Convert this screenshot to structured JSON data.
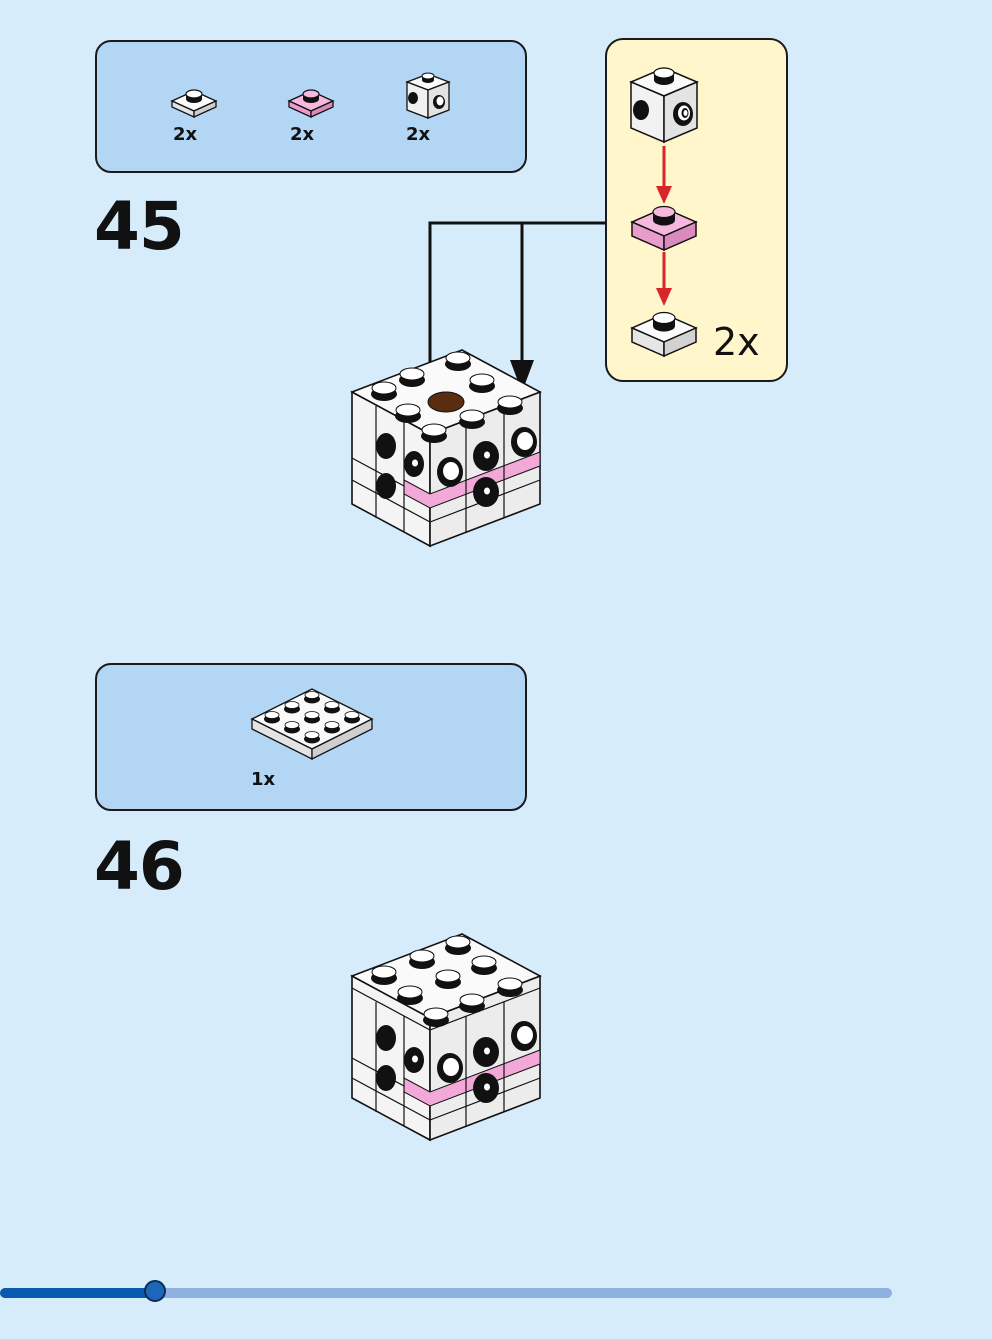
{
  "steps": [
    {
      "number": "45",
      "parts": [
        {
          "icon": "white-round-plate-icon",
          "qty": "2x"
        },
        {
          "icon": "pink-round-plate-icon",
          "qty": "2x"
        },
        {
          "icon": "white-brick-with-studs-icon",
          "qty": "2x"
        }
      ],
      "subassembly": {
        "qty": "2x"
      }
    },
    {
      "number": "46",
      "parts": [
        {
          "icon": "white-plate-3x3-icon",
          "qty": "1x"
        }
      ]
    }
  ],
  "progress": {
    "fraction": 0.174
  },
  "colors": {
    "background": "#d6ecfb",
    "parts_box": "#b3d6f5",
    "subassembly_box": "#fff6cc",
    "pink": "#f3a9d8",
    "arrow_red": "#d8262c",
    "progress_fill": "#0a5bb0",
    "progress_track": "#8fb1e0"
  }
}
